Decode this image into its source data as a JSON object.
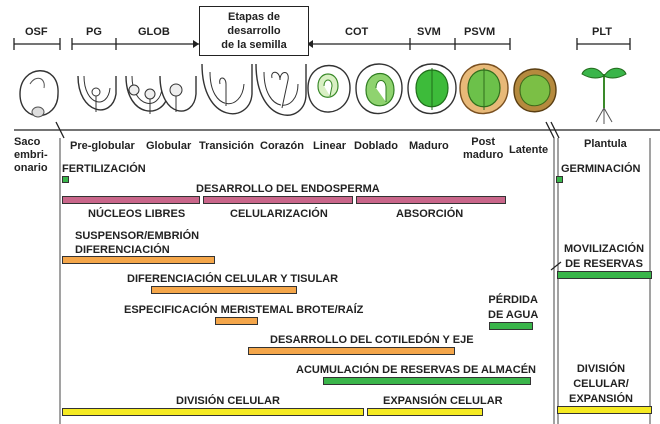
{
  "header": {
    "title_lines": [
      "Etapas de",
      "desarrollo",
      "de la semilla"
    ],
    "groups": [
      "OSF",
      "PG",
      "GLOB",
      "COT",
      "SVM",
      "PSVM",
      "PLT"
    ]
  },
  "stages": {
    "saco": [
      "Saco",
      "embri-",
      "onario"
    ],
    "preglobular": "Pre-globular",
    "globular": "Globular",
    "transicion": "Transición",
    "corazon": "Corazón",
    "linear": "Linear",
    "doblado": "Doblado",
    "maduro": "Maduro",
    "postmaduro": [
      "Post",
      "maduro"
    ],
    "latente": "Latente",
    "plantula": "Plantula"
  },
  "events": {
    "fertilizacion": "FERTILIZACIÓN",
    "germinacion": "GERMINACIÓN",
    "endosperma": "DESARROLLO DEL ENDOSPERMA",
    "nucleos": "NÚCLEOS LIBRES",
    "celularizacion": "CELULARIZACIÓN",
    "absorcion": "ABSORCIÓN",
    "suspensor": [
      "SUSPENSOR/EMBRIÓN",
      "DIFERENCIACIÓN"
    ],
    "movilizacion": [
      "MOVILIZACIÓN",
      "DE RESERVAS"
    ],
    "difcelular": "DIFERENCIACIÓN CELULAR Y TISULAR",
    "perdida": [
      "PÉRDIDA",
      "DE AGUA"
    ],
    "meristemal": "ESPECIFICACIÓN MERISTEMAL BROTE/RAÍZ",
    "cotiledon": "DESARROLLO DEL COTILEDÓN Y EJE",
    "acumulacion": "ACUMULACIÓN DE RESERVAS DE ALMACÉN",
    "division_plt": [
      "DIVISIÓN",
      "CELULAR/",
      "EXPANSIÓN"
    ],
    "division": "DIVISIÓN CELULAR",
    "expansion": "EXPANSIÓN CELULAR"
  },
  "colors": {
    "pink": "#c9668a",
    "orange": "#f4a64a",
    "green": "#3ab54a",
    "yellow": "#f5ea22"
  }
}
